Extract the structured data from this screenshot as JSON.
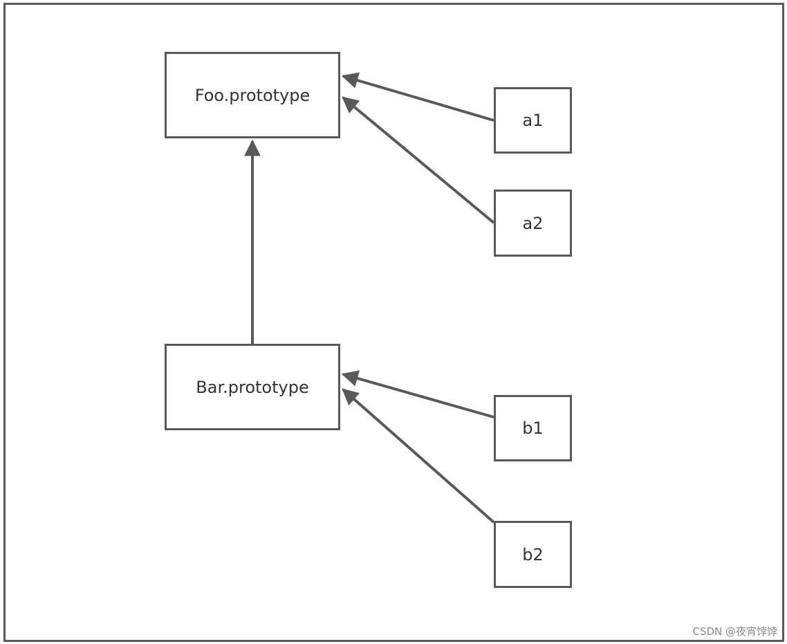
{
  "diagram": {
    "nodes": {
      "foo_prototype": "Foo.prototype",
      "bar_prototype": "Bar.prototype",
      "a1": "a1",
      "a2": "a2",
      "b1": "b1",
      "b2": "b2"
    },
    "edges": [
      {
        "from": "a1",
        "to": "foo_prototype"
      },
      {
        "from": "a2",
        "to": "foo_prototype"
      },
      {
        "from": "bar_prototype",
        "to": "foo_prototype"
      },
      {
        "from": "b1",
        "to": "bar_prototype"
      },
      {
        "from": "b2",
        "to": "bar_prototype"
      }
    ],
    "colors": {
      "stroke": "#595959",
      "text": "#333333"
    }
  },
  "watermark": "CSDN @夜宵饽饽"
}
